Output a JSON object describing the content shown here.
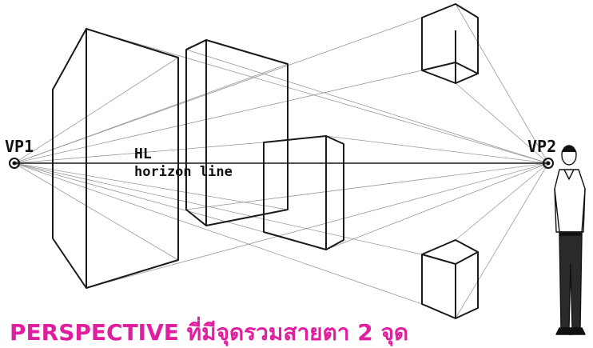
{
  "labels": {
    "vp1": "VP1",
    "vp2": "VP2",
    "hl": "HL",
    "horizon": "horizon line"
  },
  "title": {
    "text": "PERSPECTIVE ที่มีจุดรวมสายตา 2 จุด",
    "color": "#e01ea0"
  },
  "colors": {
    "construction_lines": "#9a9a9a",
    "object_lines": "#1a1a1a",
    "figure_trousers": "#2a2a2a"
  }
}
